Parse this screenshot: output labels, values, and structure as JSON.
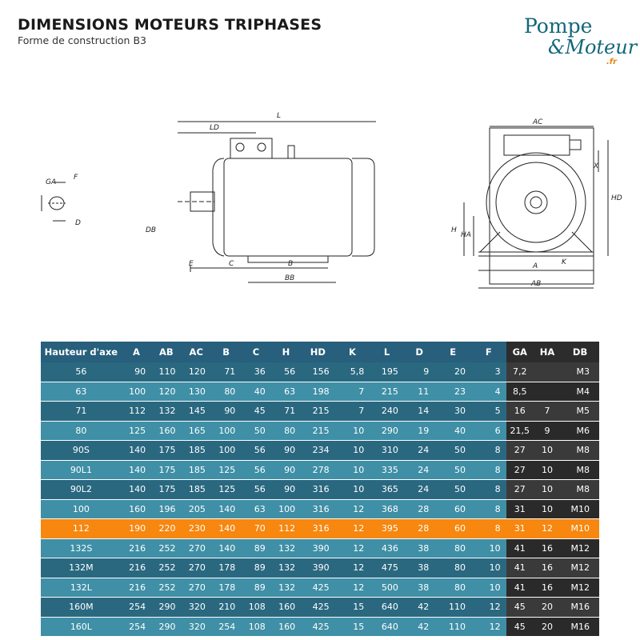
{
  "title": "DIMENSIONS MOTEURS TRIPHASES",
  "subtitle": "Forme de construction B3",
  "logo": {
    "line1": "Pompe",
    "line2": "&Moteur",
    "line3": ".fr"
  },
  "drawing_labels": {
    "GA": "GA",
    "F": "F",
    "D": "D",
    "LD": "LD",
    "L": "L",
    "DB": "DB",
    "E": "E",
    "C": "C",
    "B": "B",
    "BB": "BB",
    "AC": "AC",
    "X": "X",
    "HD": "HD",
    "H": "H",
    "HA": "HA",
    "A": "A",
    "K": "K",
    "AB": "AB"
  },
  "highlight_row": 8,
  "table": {
    "headers": [
      "Hauteur d'axe",
      "A",
      "AB",
      "AC",
      "B",
      "C",
      "H",
      "HD",
      "K",
      "L",
      "D",
      "E",
      "F",
      "GA",
      "HA",
      "DB"
    ],
    "rows": [
      [
        "56",
        "90",
        "110",
        "120",
        "71",
        "36",
        "56",
        "156",
        "5,8",
        "195",
        "9",
        "20",
        "3",
        "7,2",
        "",
        "M3"
      ],
      [
        "63",
        "100",
        "120",
        "130",
        "80",
        "40",
        "63",
        "198",
        "7",
        "215",
        "11",
        "23",
        "4",
        "8,5",
        "",
        "M4"
      ],
      [
        "71",
        "112",
        "132",
        "145",
        "90",
        "45",
        "71",
        "215",
        "7",
        "240",
        "14",
        "30",
        "5",
        "16",
        "7",
        "M5"
      ],
      [
        "80",
        "125",
        "160",
        "165",
        "100",
        "50",
        "80",
        "215",
        "10",
        "290",
        "19",
        "40",
        "6",
        "21,5",
        "9",
        "M6"
      ],
      [
        "90S",
        "140",
        "175",
        "185",
        "100",
        "56",
        "90",
        "234",
        "10",
        "310",
        "24",
        "50",
        "8",
        "27",
        "10",
        "M8"
      ],
      [
        "90L1",
        "140",
        "175",
        "185",
        "125",
        "56",
        "90",
        "278",
        "10",
        "335",
        "24",
        "50",
        "8",
        "27",
        "10",
        "M8"
      ],
      [
        "90L2",
        "140",
        "175",
        "185",
        "125",
        "56",
        "90",
        "316",
        "10",
        "365",
        "24",
        "50",
        "8",
        "27",
        "10",
        "M8"
      ],
      [
        "100",
        "160",
        "196",
        "205",
        "140",
        "63",
        "100",
        "316",
        "12",
        "368",
        "28",
        "60",
        "8",
        "31",
        "10",
        "M10"
      ],
      [
        "112",
        "190",
        "220",
        "230",
        "140",
        "70",
        "112",
        "316",
        "12",
        "395",
        "28",
        "60",
        "8",
        "31",
        "12",
        "M10"
      ],
      [
        "132S",
        "216",
        "252",
        "270",
        "140",
        "89",
        "132",
        "390",
        "12",
        "436",
        "38",
        "80",
        "10",
        "41",
        "16",
        "M12"
      ],
      [
        "132M",
        "216",
        "252",
        "270",
        "178",
        "89",
        "132",
        "390",
        "12",
        "475",
        "38",
        "80",
        "10",
        "41",
        "16",
        "M12"
      ],
      [
        "132L",
        "216",
        "252",
        "270",
        "178",
        "89",
        "132",
        "425",
        "12",
        "500",
        "38",
        "80",
        "10",
        "41",
        "16",
        "M12"
      ],
      [
        "160M",
        "254",
        "290",
        "320",
        "210",
        "108",
        "160",
        "425",
        "15",
        "640",
        "42",
        "110",
        "12",
        "45",
        "20",
        "M16"
      ],
      [
        "160L",
        "254",
        "290",
        "320",
        "254",
        "108",
        "160",
        "425",
        "15",
        "640",
        "42",
        "110",
        "12",
        "45",
        "20",
        "M16"
      ]
    ]
  }
}
